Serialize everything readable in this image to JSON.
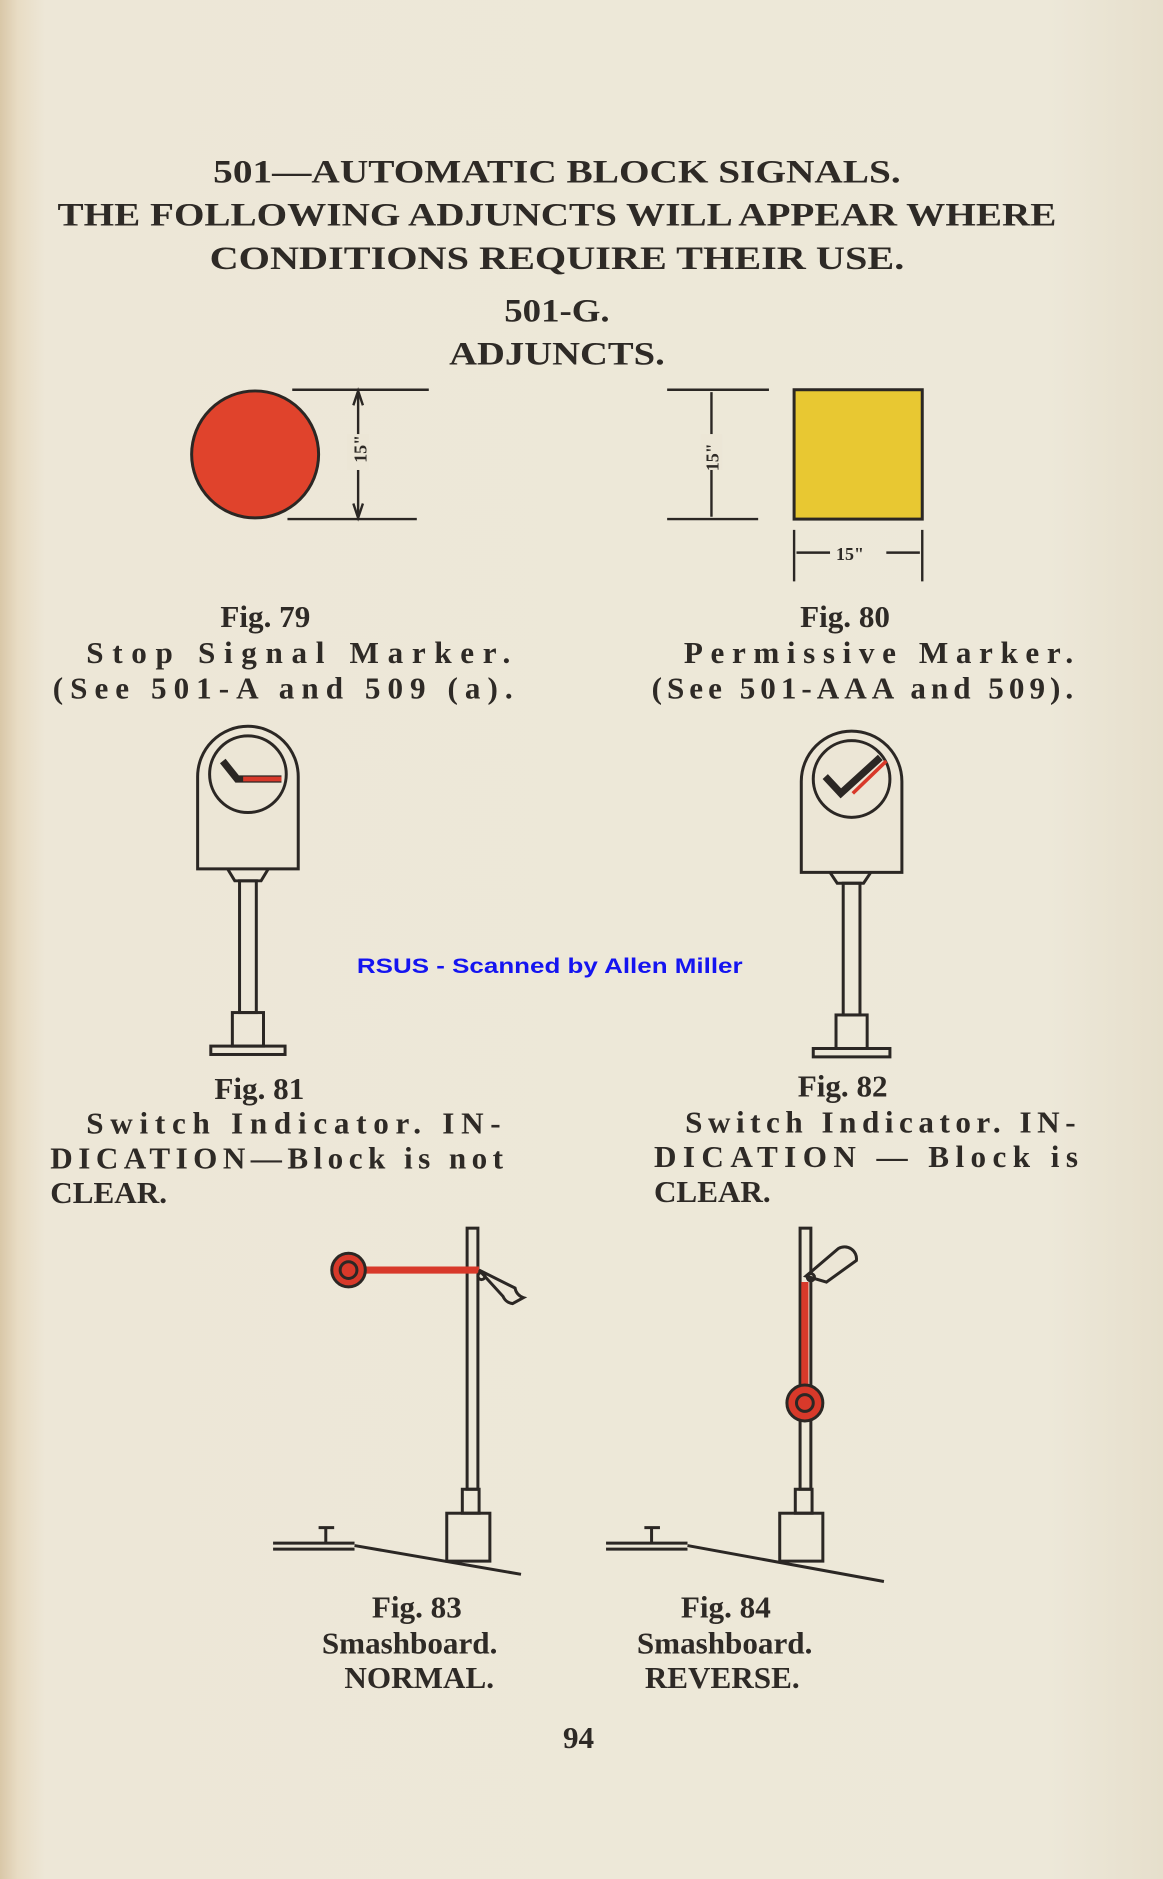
{
  "heading": {
    "line1": "501—AUTOMATIC BLOCK SIGNALS.",
    "line2": "THE FOLLOWING ADJUNCTS WILL APPEAR WHERE",
    "line3": "CONDITIONS REQUIRE THEIR USE.",
    "rule": "501-G.",
    "subtitle": "ADJUNCTS."
  },
  "figures": [
    {
      "label": "Fig. 79",
      "lines": [
        "Stop Signal Marker.",
        "(See 501-A and 509 (a)."
      ],
      "dimension": "15\"",
      "color": "#e0432c"
    },
    {
      "label": "Fig. 80",
      "lines": [
        "Permissive Marker.",
        "(See 501-AAA and 509)."
      ],
      "dimension_height": "15\"",
      "dimension_width": "15\"",
      "color": "#e8c832"
    },
    {
      "label": "Fig. 81",
      "lines": [
        "Switch Indicator. IN-",
        "DICATION—Block is not",
        "CLEAR."
      ]
    },
    {
      "label": "Fig. 82",
      "lines": [
        "Switch Indicator. IN-",
        "DICATION — Block is",
        "CLEAR."
      ]
    },
    {
      "label": "Fig. 83",
      "lines": [
        "Smashboard.",
        "NORMAL."
      ]
    },
    {
      "label": "Fig. 84",
      "lines": [
        "Smashboard.",
        "REVERSE."
      ]
    }
  ],
  "watermark": "RSUS - Scanned by Allen Miller",
  "page_number": "94"
}
